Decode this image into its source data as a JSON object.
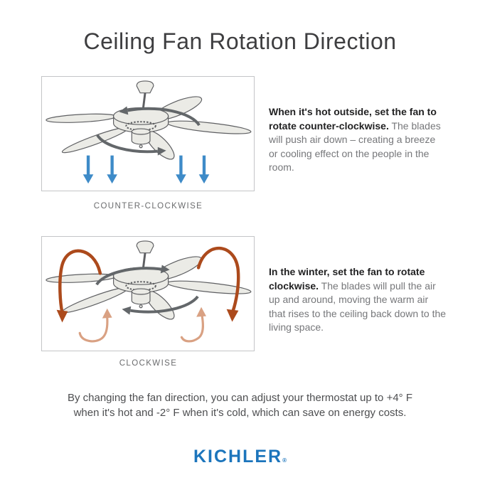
{
  "title": "Ceiling Fan Rotation Direction",
  "sections": [
    {
      "id": "counter-clockwise",
      "label": "COUNTER-CLOCKWISE",
      "text_bold": "When it's hot outside, set the fan to rotate counter-clockwise.",
      "text_rest": " The blades will push air down – creating a breeze or cooling effect on the people in the room.",
      "rotation_icon": "rotation-counter-clockwise-arrow",
      "airflow_icon": "airflow-down-arrows"
    },
    {
      "id": "clockwise",
      "label": "CLOCKWISE",
      "text_bold": "In the winter, set the fan to rotate clockwise.",
      "text_rest": " The blades will pull the air up and around, moving the warm air that rises to the ceiling back down to the living space.",
      "rotation_icon": "rotation-clockwise-arrow",
      "airflow_icon": "airflow-up-around-arrows"
    }
  ],
  "footer": {
    "line1": "By changing the fan direction, you can adjust your thermostat up to +4° F",
    "line2": "when it's hot and -2° F when it's cold, which can save on energy costs."
  },
  "brand": {
    "name": "KICHLER",
    "mark": "®"
  },
  "colors": {
    "brand_blue": "#1c75bc",
    "airflow_down_blue": "#3e8bc8",
    "airflow_up_dark_orange": "#ac4a1c",
    "airflow_up_light_orange": "#d9a183",
    "rotation_arrow_gray": "#63676a",
    "fan_body_fill": "#ebebe6",
    "fan_outline": "#5e5f62",
    "panel_border": "#c4c5c7"
  }
}
